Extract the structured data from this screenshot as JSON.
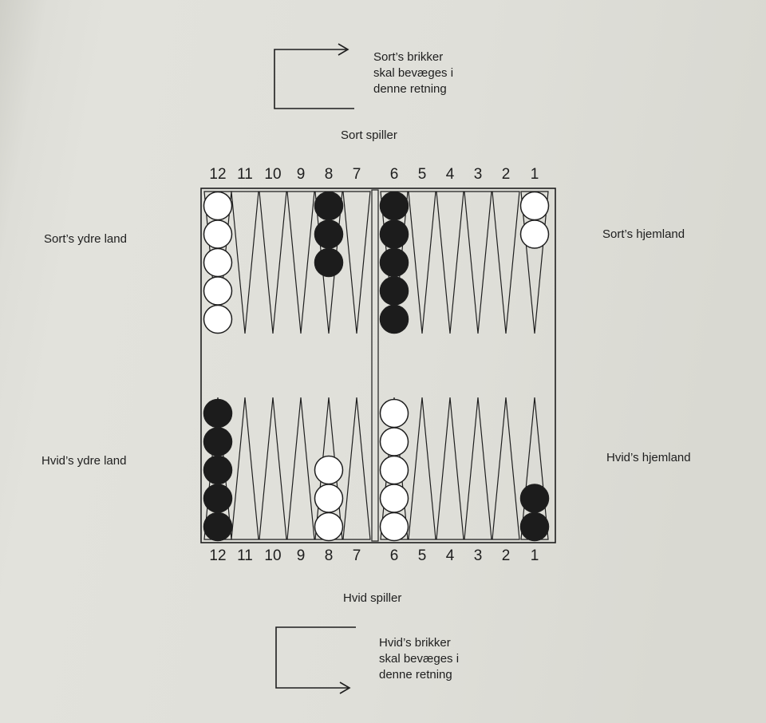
{
  "arrow_top": {
    "lines": [
      "Sort’s brikker",
      "skal bevæges i",
      "denne retning"
    ]
  },
  "arrow_bottom": {
    "lines": [
      "Hvid’s brikker",
      "skal bevæges i",
      "denne retning"
    ]
  },
  "labels": {
    "black_player": "Sort spiller",
    "white_player": "Hvid spiller",
    "black_outer": "Sort’s ydre land",
    "black_home": "Sort’s hjemland",
    "white_outer": "Hvid’s ydre land",
    "white_home": "Hvid’s hjemland"
  },
  "top_numbers": [
    "12",
    "11",
    "10",
    "9",
    "8",
    "7",
    "6",
    "5",
    "4",
    "3",
    "2",
    "1"
  ],
  "bottom_numbers": [
    "12",
    "11",
    "10",
    "9",
    "8",
    "7",
    "6",
    "5",
    "4",
    "3",
    "2",
    "1"
  ],
  "checkers": {
    "top": [
      {
        "point": "12",
        "color": "white",
        "count": 5
      },
      {
        "point": "8",
        "color": "black",
        "count": 3
      },
      {
        "point": "6",
        "color": "black",
        "count": 5
      },
      {
        "point": "1",
        "color": "white",
        "count": 2
      }
    ],
    "bottom": [
      {
        "point": "12",
        "color": "black",
        "count": 5
      },
      {
        "point": "8",
        "color": "white",
        "count": 3
      },
      {
        "point": "6",
        "color": "white",
        "count": 5
      },
      {
        "point": "1",
        "color": "black",
        "count": 2
      }
    ]
  },
  "colors": {
    "ink": "#1e1e1e",
    "paper": "#dfdfd9",
    "black_checker": "#1c1c1c",
    "white_checker": "#ffffff"
  }
}
